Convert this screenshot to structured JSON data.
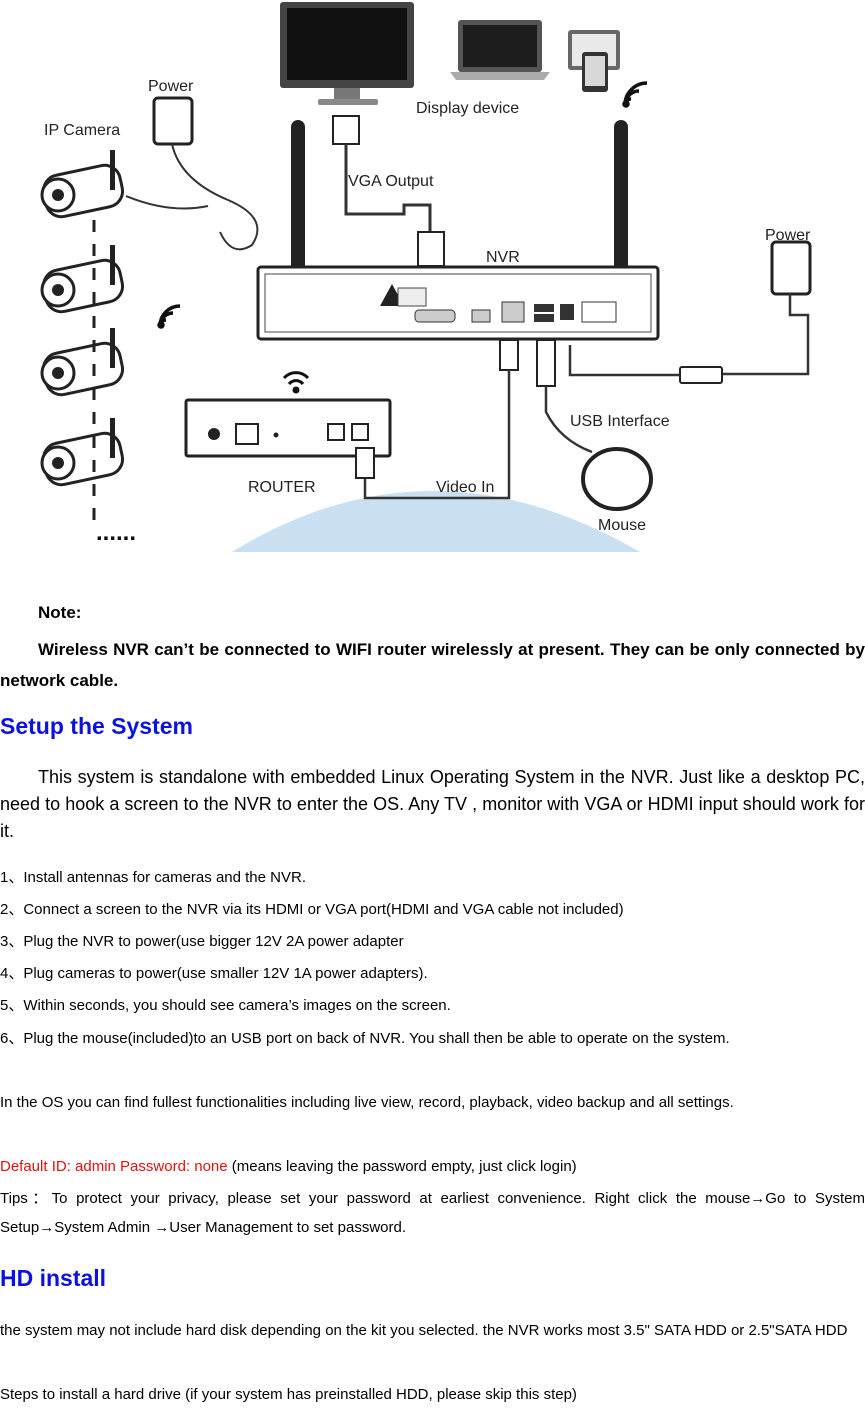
{
  "diagram": {
    "labels": {
      "power_left": "Power",
      "ip_camera": "IP Camera",
      "display_device": "Display device",
      "vga_output": "VGA Output",
      "nvr": "NVR",
      "power_right": "Power",
      "usb_interface": "USB Interface",
      "router": "ROUTER",
      "video_in": "Video In",
      "mouse": "Mouse",
      "dots": "......"
    }
  },
  "note": {
    "heading": "Note:",
    "body": "Wireless NVR can’t be connected to WIFI router wirelessly at present. They can be only connected by network cable."
  },
  "setup": {
    "heading": "Setup the System",
    "intro": "This system is standalone with embedded Linux Operating System in the NVR. Just like a desktop PC, need to hook a screen to the NVR to enter the OS. Any TV , monitor with VGA or HDMI input should work for it.",
    "steps": [
      "1、Install antennas for cameras and the NVR.",
      "2、Connect a screen to the NVR via its HDMI or VGA port(HDMI and VGA cable not included)",
      "3、Plug the NVR to power(use bigger 12V 2A power adapter",
      "4、Plug cameras to power(use smaller 12V 1A power adapters).",
      "5、Within seconds, you should see camera’s images on the screen.",
      "6、Plug the mouse(included)to an USB port on back of NVR. You shall then be able to operate on the system."
    ],
    "functions": "In the OS you can find fullest functionalities including live view, record, playback, video backup and all settings.",
    "default_id": "Default ID: admin Password: none",
    "default_id_note": " (means leaving the password empty, just click login)",
    "tips": "Tips：To protect your privacy, please set your password at earliest convenience. Right click the mouse→Go to System Setup→System Admin  →User Management to set password."
  },
  "hd": {
    "heading": "HD install",
    "text": "the system may not include hard disk depending on the kit you selected. the NVR works most 3.5\" SATA HDD or 2.5\"SATA HDD",
    "steps_intro": "Steps to install a hard drive (if your system has preinstalled HDD, please skip this step)"
  }
}
